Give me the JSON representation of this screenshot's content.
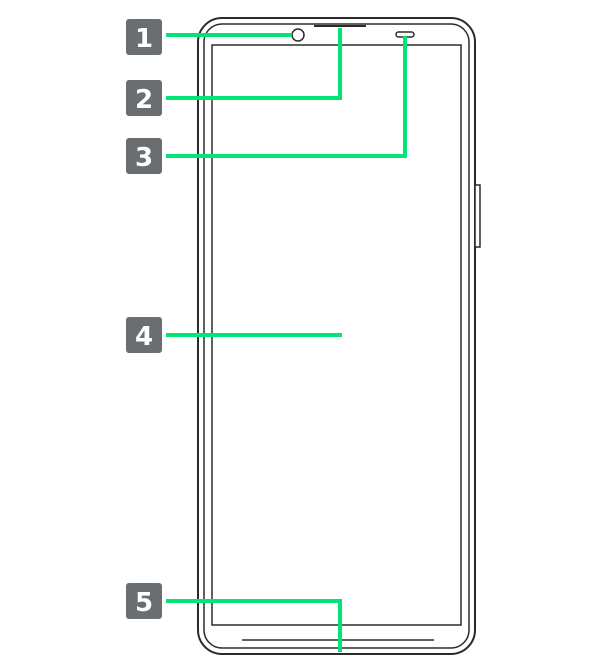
{
  "callouts": [
    {
      "number": "1"
    },
    {
      "number": "2"
    },
    {
      "number": "3"
    },
    {
      "number": "4"
    },
    {
      "number": "5"
    }
  ],
  "colors": {
    "callout_line": "#00e676",
    "badge_fill": "#6b6e70",
    "badge_text": "#ffffff",
    "device_outline": "#2b2b2b"
  }
}
